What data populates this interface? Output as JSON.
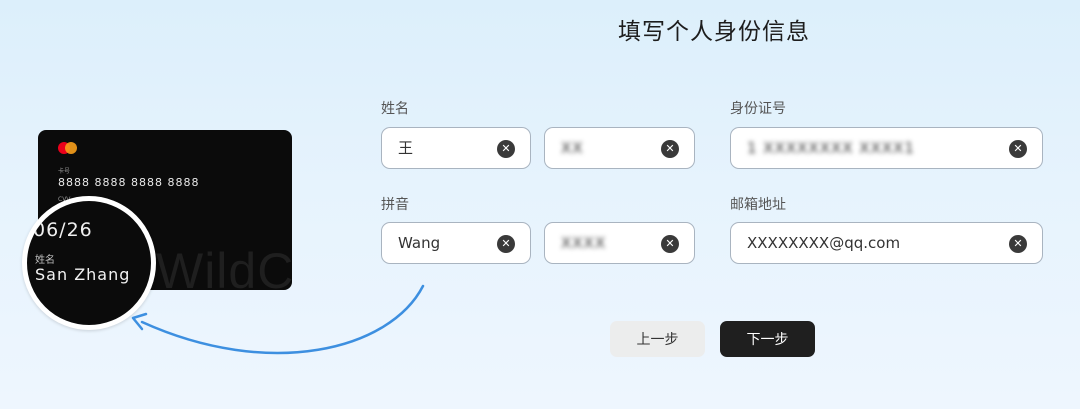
{
  "page": {
    "title": "填写个人身份信息"
  },
  "card": {
    "number_label": "卡号",
    "number": "8888 8888 8888 8888",
    "cvv_label": "CVV",
    "expiry": "06/26",
    "name_label": "姓名",
    "name": "San Zhang",
    "watermark": "WildCard"
  },
  "form": {
    "name_label": "姓名",
    "surname_value": "王",
    "given_name_value": "XX",
    "id_label": "身份证号",
    "id_value": "1 XXXXXXXX XXXX1",
    "pinyin_label": "拼音",
    "pinyin_surname_value": "Wang",
    "pinyin_given_value": "XXXX",
    "email_label": "邮箱地址",
    "email_value": "XXXXXXXX@qq.com"
  },
  "buttons": {
    "prev_label": "上一步",
    "next_label": "下一步"
  },
  "icons": {
    "clear": "clear-icon",
    "arrow": "curved-arrow-icon"
  },
  "colors": {
    "accent": "#3d8fe0",
    "primary_button": "#1f1f1f",
    "secondary_button": "#eceded"
  }
}
